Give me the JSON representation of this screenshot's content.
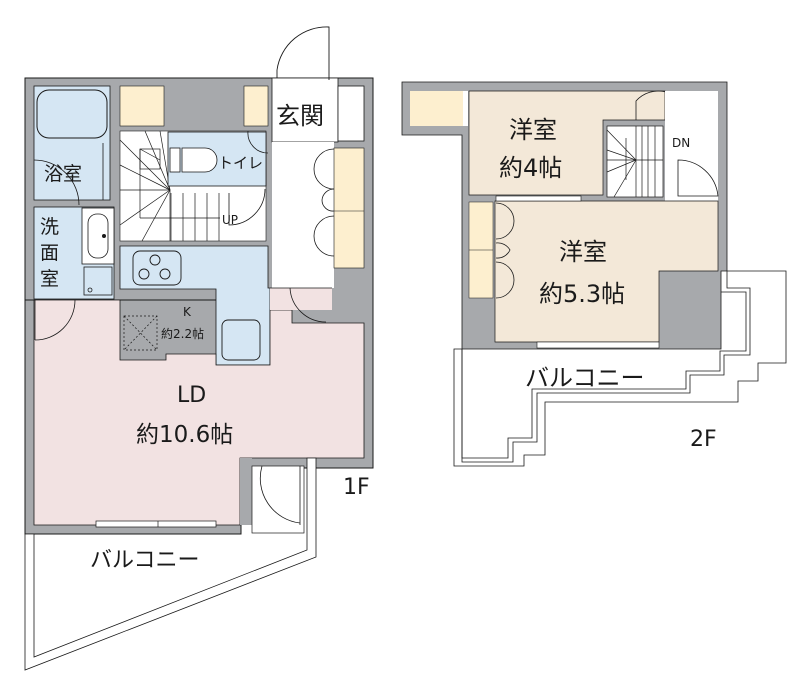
{
  "floor1": {
    "label": "1F",
    "rooms": {
      "bathroom": "浴室",
      "washroom_chars": [
        "洗",
        "面",
        "室"
      ],
      "toilet": "トイレ",
      "entrance": "玄関",
      "stairs_up": "UP",
      "kitchen_name": "K",
      "kitchen_size": "約2.2帖",
      "ld_name": "LD",
      "ld_size": "約10.6帖",
      "balcony": "バルコニー"
    }
  },
  "floor2": {
    "label": "2F",
    "rooms": {
      "western1_name": "洋室",
      "western1_size": "約4帖",
      "western2_name": "洋室",
      "western2_size": "約5.3帖",
      "stairs_down": "DN",
      "balcony": "バルコニー"
    }
  },
  "colors": {
    "wall": "#a7a9ac",
    "wet_area": "#d5e6f3",
    "storage": "#fdefcf",
    "ld_floor": "#f2e2e2",
    "western_floor": "#f3e8d8",
    "line": "#1a1a1a"
  }
}
